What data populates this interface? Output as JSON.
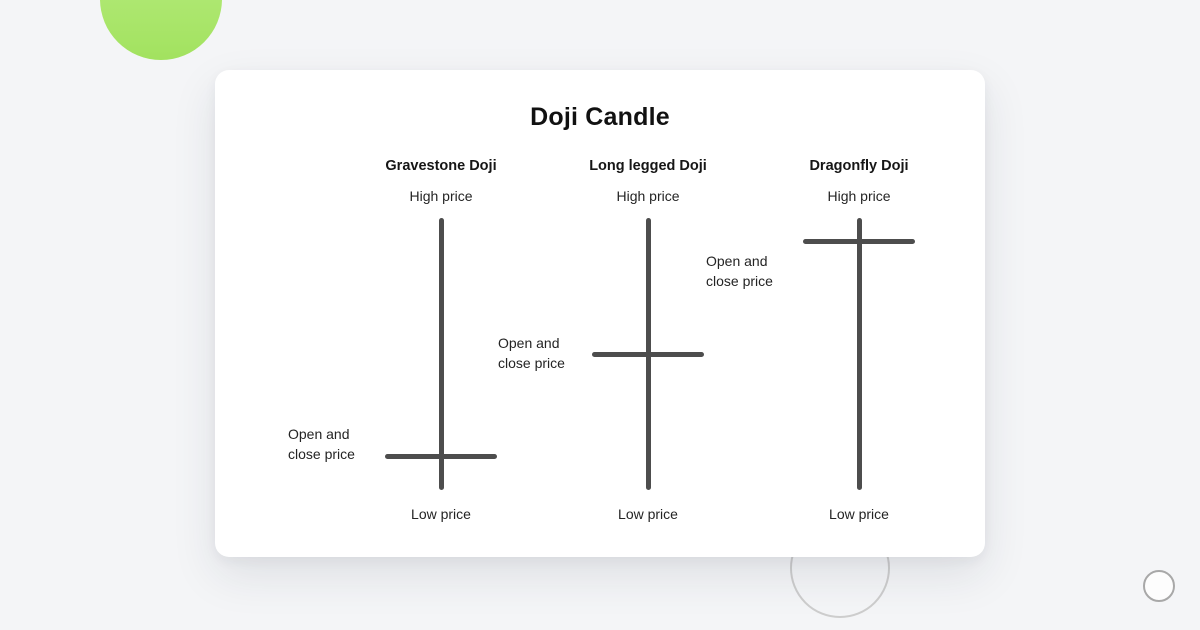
{
  "colors": {
    "page_background": "#f4f5f7",
    "card_background": "#ffffff",
    "accent_green": "#a9e66f",
    "candle_line": "#4d4d4d",
    "text_dark": "#161616"
  },
  "diagram": {
    "title": "Doji Candle",
    "candles": [
      {
        "title": "Gravestone Doji",
        "high_label": "High price",
        "low_label": "Low price",
        "open_close_label": [
          "Open and",
          "close price"
        ],
        "open_close_position": "bottom"
      },
      {
        "title": "Long legged Doji",
        "high_label": "High price",
        "low_label": "Low price",
        "open_close_label": [
          "Open and",
          "close price"
        ],
        "open_close_position": "middle"
      },
      {
        "title": "Dragonfly Doji",
        "high_label": "High price",
        "low_label": "Low price",
        "open_close_label": [
          "Open and",
          "close price"
        ],
        "open_close_position": "top"
      }
    ]
  }
}
